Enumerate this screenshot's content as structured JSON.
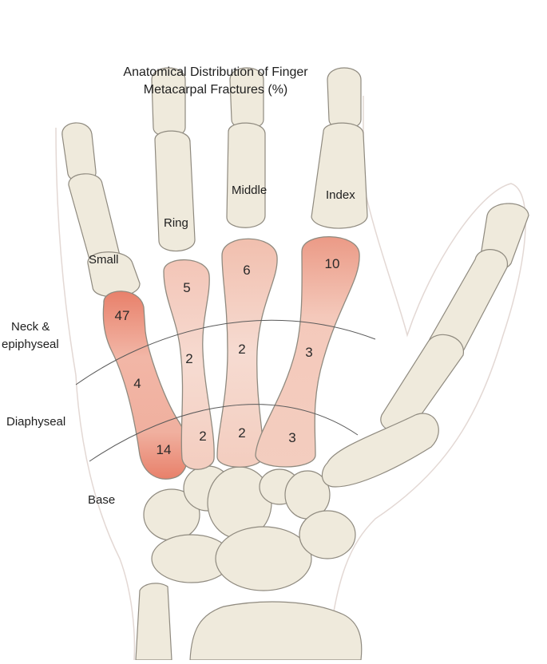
{
  "title_line1": "Anatomical Distribution of Finger",
  "title_line2": "Metacarpal Fractures (%)",
  "fingers": {
    "small": "Small",
    "ring": "Ring",
    "middle": "Middle",
    "index": "Index"
  },
  "zones": {
    "neck_line1": "Neck &",
    "neck_line2": "epiphyseal",
    "diaphyseal": "Diaphyseal",
    "base": "Base"
  },
  "values": {
    "small": {
      "neck": "47",
      "diaphyseal": "4",
      "base": "14"
    },
    "ring": {
      "neck": "5",
      "diaphyseal": "2",
      "base": "2"
    },
    "middle": {
      "neck": "6",
      "diaphyseal": "2",
      "base": "2"
    },
    "index": {
      "neck": "10",
      "diaphyseal": "3",
      "base": "3"
    }
  },
  "colors": {
    "bone": "#efeadc",
    "bone_outline": "#8f8a7f",
    "fracture_high": "#e8806a",
    "fracture_mid": "#f0b3a4",
    "fracture_low": "#f6d6cc",
    "zone_line": "#5a5a5a"
  }
}
